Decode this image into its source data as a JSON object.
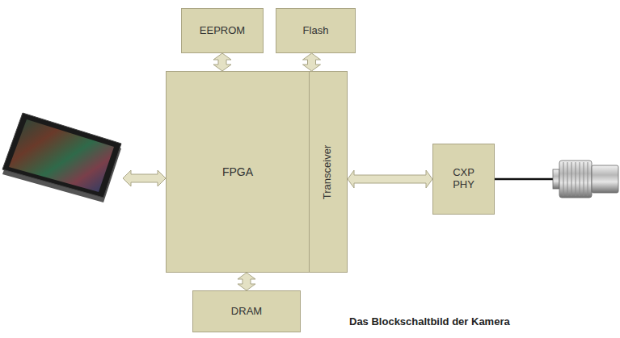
{
  "diagram": {
    "caption": "Das Blockschaltbild der Kamera",
    "nodes": [
      {
        "text": [
          "EEPROM"
        ]
      },
      {
        "text": [
          "Flash"
        ]
      },
      {
        "text": [
          "FPGA"
        ]
      },
      {
        "text": [
          "Transceiver"
        ],
        "in": 2
      },
      {
        "text": [
          "DRAM"
        ]
      },
      {
        "text": [
          "CXP PHY"
        ]
      }
    ],
    "edges": [
      {
        "from": 0,
        "to": 2,
        "arrow": "both"
      },
      {
        "from": 1,
        "to": 2,
        "arrow": "both"
      },
      {
        "from": 2,
        "to": 4,
        "arrow": "both"
      },
      {
        "from": 3,
        "to": 5,
        "arrow": "both"
      }
    ]
  }
}
